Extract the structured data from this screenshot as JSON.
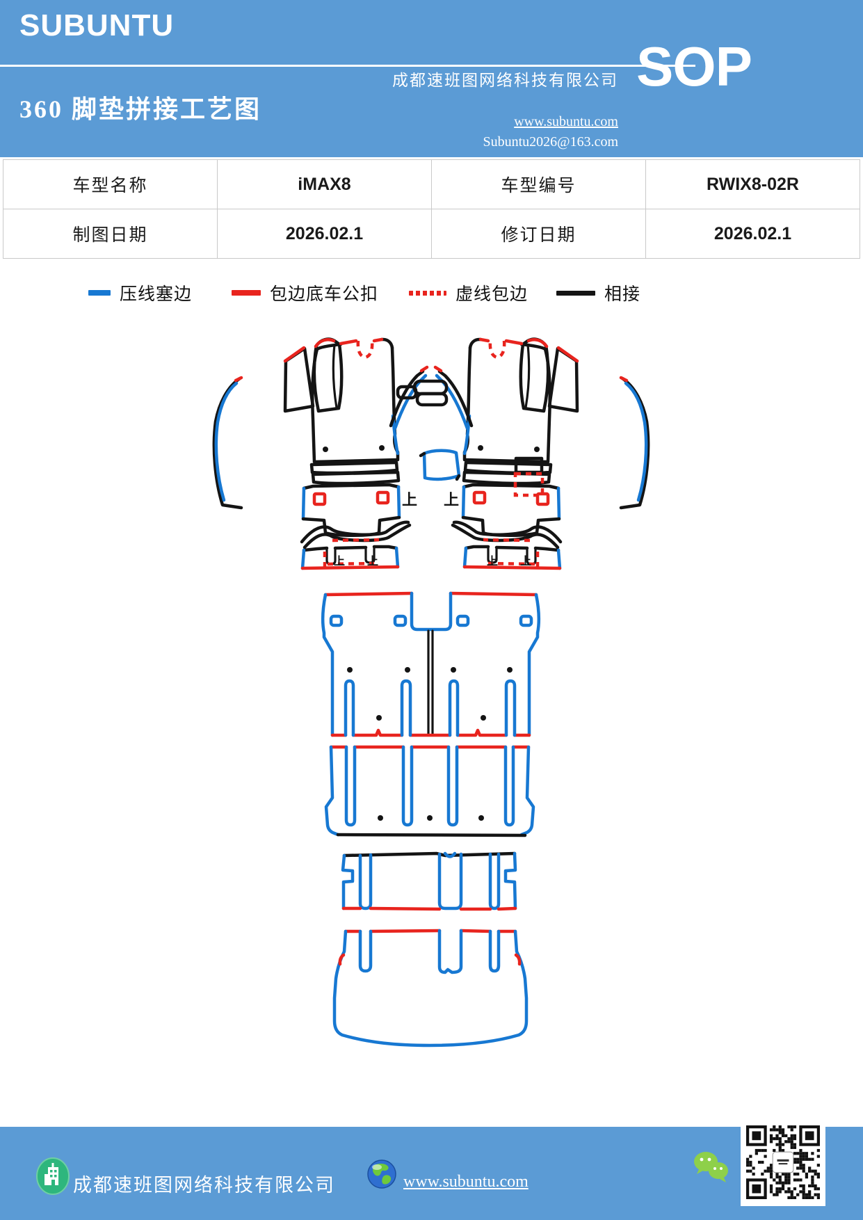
{
  "header": {
    "brand": "SUBUNTU",
    "title": "360 脚垫拼接工艺图",
    "company": "成都速班图网络科技有限公司",
    "website": "www.subuntu.com",
    "email": "Subuntu2026@163.com",
    "badge": "SOP"
  },
  "info_table": {
    "rows": [
      {
        "cells": [
          "车型名称",
          "iMAX8",
          "车型编号",
          "RWIX8-02R"
        ]
      },
      {
        "cells": [
          "制图日期",
          "2026.02.1",
          "修订日期",
          "2026.02.1"
        ]
      }
    ]
  },
  "legend": {
    "items": [
      {
        "label": "压线塞边",
        "color": "#1778D2",
        "style": "solid"
      },
      {
        "label": "包边底车公扣",
        "color": "#E8241E",
        "style": "solid"
      },
      {
        "label": "虚线包边",
        "color": "#E8241E",
        "style": "dotted"
      },
      {
        "label": "相接",
        "color": "#141414",
        "style": "solid"
      }
    ]
  },
  "diagram": {
    "orientation_mark": "上",
    "colors": {
      "press_edge_blue": "#1778D2",
      "binding_buckle_red": "#E8241E",
      "joint_black": "#141414"
    }
  },
  "footer": {
    "company": "成都速班图网络科技有限公司",
    "website": "www.subuntu.com"
  }
}
